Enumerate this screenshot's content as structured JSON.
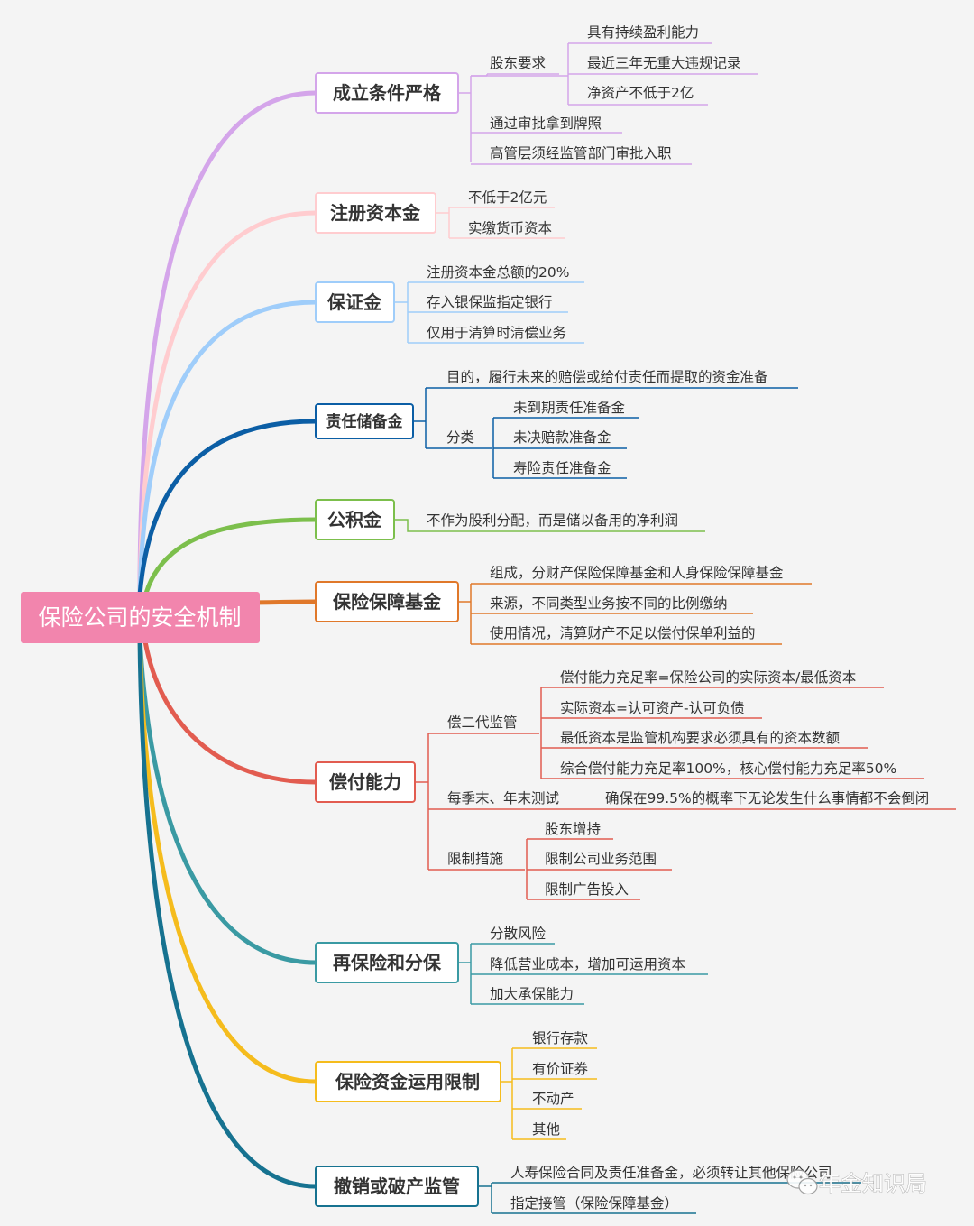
{
  "root": {
    "label": "保险公司的安全机制",
    "color": "#f285ad"
  },
  "branches": [
    {
      "id": "b1",
      "label": "成立条件严格",
      "color": "#d4a5ea",
      "subs": [
        {
          "label": "股东要求",
          "leaves": [
            "具有持续盈利能力",
            "最近三年无重大违规记录",
            "净资产不低于2亿"
          ]
        }
      ],
      "leaves": [
        "通过审批拿到牌照",
        "高管层须经监管部门审批入职"
      ]
    },
    {
      "id": "b2",
      "label": "注册资本金",
      "color": "#ffcccf",
      "leaves": [
        "不低于2亿元",
        "实缴货币资本"
      ]
    },
    {
      "id": "b3",
      "label": "保证金",
      "color": "#9fcdfa",
      "leaves": [
        "注册资本金总额的20%",
        "存入银保监指定银行",
        "仅用于清算时清偿业务"
      ]
    },
    {
      "id": "b4",
      "label": "责任储备金",
      "color": "#0b5ea5",
      "leaves": [
        "目的，履行未来的赔偿或给付责任而提取的资金准备"
      ],
      "subs": [
        {
          "label": "分类",
          "leaves": [
            "未到期责任准备金",
            "未决赔款准备金",
            "寿险责任准备金"
          ]
        }
      ]
    },
    {
      "id": "b5",
      "label": "公积金",
      "color": "#7cbf4c",
      "leaves": [
        "不作为股利分配，而是储以备用的净利润"
      ]
    },
    {
      "id": "b6",
      "label": "保险保障基金",
      "color": "#e0782a",
      "leaves": [
        "组成，分财产保险保障基金和人身保险保障基金",
        "来源，不同类型业务按不同的比例缴纳",
        "使用情况，清算财产不足以偿付保单利益的"
      ]
    },
    {
      "id": "b7",
      "label": "偿付能力",
      "color": "#e25c50",
      "subs": [
        {
          "label": "偿二代监管",
          "leaves": [
            "偿付能力充足率=保险公司的实际资本/最低资本",
            "实际资本=认可资产-认可负债",
            "最低资本是监管机构要求必须具有的资本数额",
            "综合偿付能力充足率100%，核心偿付能力充足率50%"
          ]
        },
        {
          "label": "每季末、年末测试",
          "leaves": [
            "确保在99.5%的概率下无论发生什么事情都不会倒闭"
          ]
        },
        {
          "label": "限制措施",
          "leaves": [
            "股东增持",
            "限制公司业务范围",
            "限制广告投入"
          ]
        }
      ]
    },
    {
      "id": "b8",
      "label": "再保险和分保",
      "color": "#3a9aa3",
      "leaves": [
        "分散风险",
        "降低营业成本，增加可运用资本",
        "加大承保能力"
      ]
    },
    {
      "id": "b9",
      "label": "保险资金运用限制",
      "color": "#f5bc1d",
      "leaves": [
        "银行存款",
        "有价证券",
        "不动产",
        "其他"
      ]
    },
    {
      "id": "b10",
      "label": "撤销或破产监管",
      "color": "#167290",
      "leaves": [
        "人寿保险合同及责任准备金，必须转让其他保险公司",
        "指定接管（保险保障基金）"
      ]
    }
  ],
  "watermark": "年金知识局"
}
